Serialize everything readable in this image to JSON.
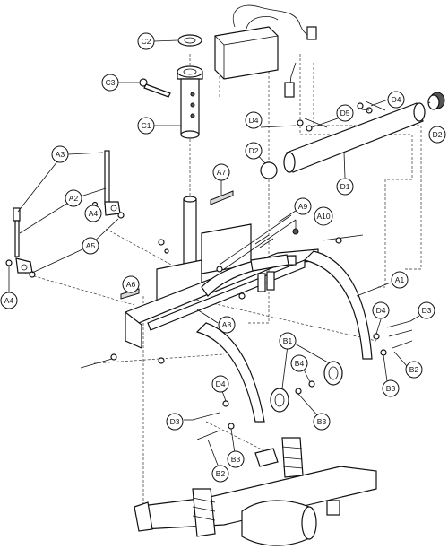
{
  "diagram": {
    "callouts": [
      {
        "id": "C2",
        "label": "C2"
      },
      {
        "id": "C3",
        "label": "C3"
      },
      {
        "id": "C1",
        "label": "C1"
      },
      {
        "id": "A3",
        "label": "A3"
      },
      {
        "id": "A2",
        "label": "A2"
      },
      {
        "id": "A4a",
        "label": "A4"
      },
      {
        "id": "A5",
        "label": "A5"
      },
      {
        "id": "A4b",
        "label": "A4"
      },
      {
        "id": "A7",
        "label": "A7"
      },
      {
        "id": "A9",
        "label": "A9"
      },
      {
        "id": "A10",
        "label": "A10"
      },
      {
        "id": "A6",
        "label": "A6"
      },
      {
        "id": "A8",
        "label": "A8"
      },
      {
        "id": "A1",
        "label": "A1"
      },
      {
        "id": "D4a",
        "label": "D4"
      },
      {
        "id": "D5",
        "label": "D5"
      },
      {
        "id": "D4b",
        "label": "D4"
      },
      {
        "id": "D2a",
        "label": "D2"
      },
      {
        "id": "D2b",
        "label": "D2"
      },
      {
        "id": "D1",
        "label": "D1"
      },
      {
        "id": "D4c",
        "label": "D4"
      },
      {
        "id": "D3a",
        "label": "D3"
      },
      {
        "id": "B2a",
        "label": "B2"
      },
      {
        "id": "B3a",
        "label": "B3"
      },
      {
        "id": "B1",
        "label": "B1"
      },
      {
        "id": "B4",
        "label": "B4"
      },
      {
        "id": "B3b",
        "label": "B3"
      },
      {
        "id": "D4d",
        "label": "D4"
      },
      {
        "id": "D3b",
        "label": "D3"
      },
      {
        "id": "B3c",
        "label": "B3"
      },
      {
        "id": "B2b",
        "label": "B2"
      }
    ]
  }
}
